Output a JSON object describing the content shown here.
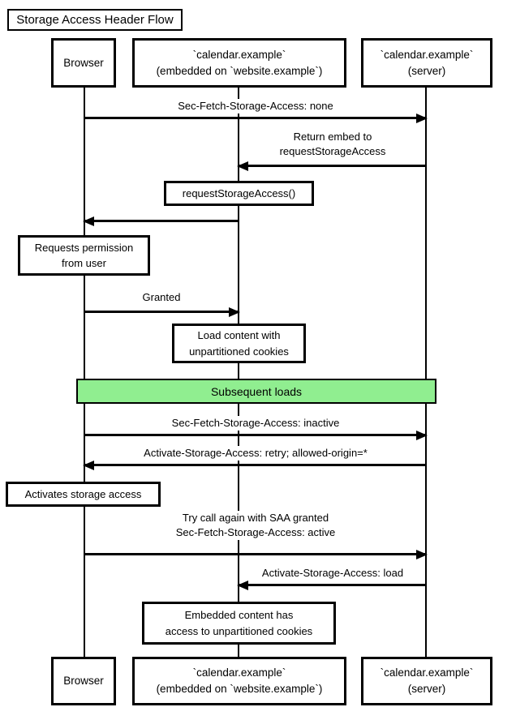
{
  "diagram": {
    "title": "Storage Access Header Flow",
    "colors": {
      "divider_fill": "#90EE90",
      "line": "#000000",
      "background": "#ffffff"
    },
    "participants": [
      {
        "id": "browser",
        "label": "Browser"
      },
      {
        "id": "embedded",
        "label": "`calendar.example`\n(embedded on `website.example`)"
      },
      {
        "id": "server",
        "label": "`calendar.example`\n(server)"
      }
    ],
    "messages": [
      {
        "label": "Sec-Fetch-Storage-Access: none",
        "from": "browser",
        "to": "server"
      },
      {
        "label": "Return embed to\nrequestStorageAccess",
        "from": "server",
        "to": "embedded"
      },
      {
        "label": "",
        "from": "embedded",
        "to": "browser"
      },
      {
        "label": "Granted",
        "from": "browser",
        "to": "embedded"
      },
      {
        "label": "Sec-Fetch-Storage-Access: inactive",
        "from": "browser",
        "to": "server"
      },
      {
        "label": "Activate-Storage-Access: retry; allowed-origin=*",
        "from": "server",
        "to": "browser"
      },
      {
        "label": "Try call again with SAA granted\nSec-Fetch-Storage-Access: active",
        "from": "browser",
        "to": "server"
      },
      {
        "label": "Activate-Storage-Access: load",
        "from": "server",
        "to": "embedded"
      }
    ],
    "notes": [
      {
        "label": "requestStorageAccess()",
        "over": "embedded"
      },
      {
        "label": "Requests permission\nfrom user",
        "over": "browser"
      },
      {
        "label": "Load content with\nunpartitioned cookies",
        "over": "embedded"
      },
      {
        "label": "Activates storage access",
        "over": "browser"
      },
      {
        "label": "Embedded content has\naccess to unpartitioned cookies",
        "over": "embedded"
      }
    ],
    "divider": {
      "label": "Subsequent loads"
    }
  }
}
